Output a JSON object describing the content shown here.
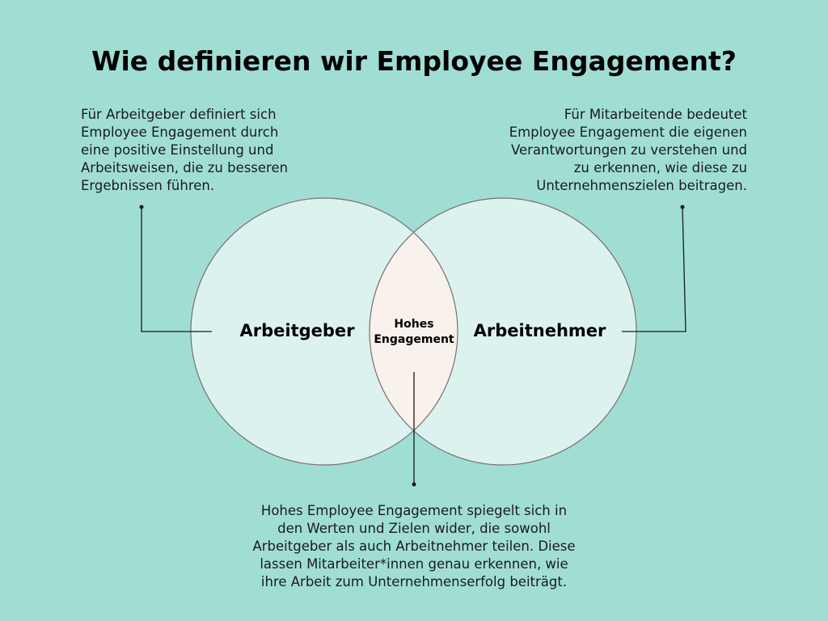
{
  "title": "Wie definieren wir Employee Engagement?",
  "colors": {
    "background": "#a0ded4",
    "circle_fill": "#dcf2ee",
    "intersection_fill": "#f8f1ec",
    "circle_stroke": "#7a6e72",
    "connector": "#1a1a1a"
  },
  "venn": {
    "left": {
      "label": "Arbeitgeber"
    },
    "right": {
      "label": "Arbeitnehmer"
    },
    "intersection": {
      "line1": "Hohes",
      "line2": "Engagement"
    }
  },
  "descriptions": {
    "left": {
      "lines": [
        "Für Arbeitgeber definiert sich",
        "Employee Engagement durch",
        "eine positive Einstellung und",
        "Arbeitsweisen, die zu besseren",
        "Ergebnissen führen."
      ]
    },
    "right": {
      "lines": [
        "Für Mitarbeitende bedeutet",
        "Employee Engagement die eigenen",
        "Verantwortungen zu verstehen und",
        "zu erkennen, wie diese zu",
        "Unternehmenszielen beitragen."
      ]
    },
    "bottom": {
      "lines": [
        "Hohes Employee Engagement spiegelt sich in",
        "den Werten und Zielen wider, die sowohl",
        "Arbeitgeber als auch Arbeitnehmer teilen. Diese",
        "lassen Mitarbeiter*innen genau erkennen, wie",
        "ihre Arbeit zum Unternehmenserfolg beiträgt."
      ]
    }
  }
}
